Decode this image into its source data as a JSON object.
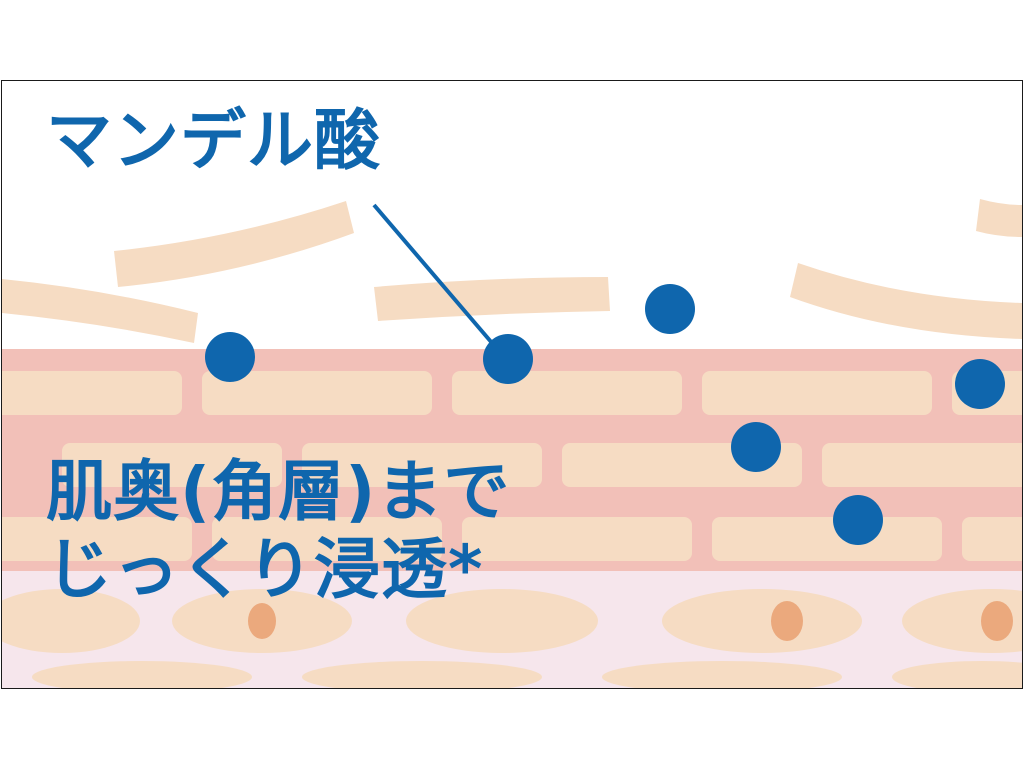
{
  "labels": {
    "ingredient": "マンデル酸",
    "penetration_line1": "肌奥(角層)まで",
    "penetration_line2": "じっくり浸透*"
  },
  "colors": {
    "text": "#0f66ad",
    "molecule": "#0f66ad",
    "top_cells": "#f6dcc3",
    "brick_band": "#f2c0b8",
    "brick": "#f6dcc3",
    "lower_band": "#f6e6ec",
    "lower_cells": "#f6dcc3",
    "nucleus": "#eba97d"
  },
  "icons": [
    "molecule-dot",
    "skin-cell"
  ]
}
